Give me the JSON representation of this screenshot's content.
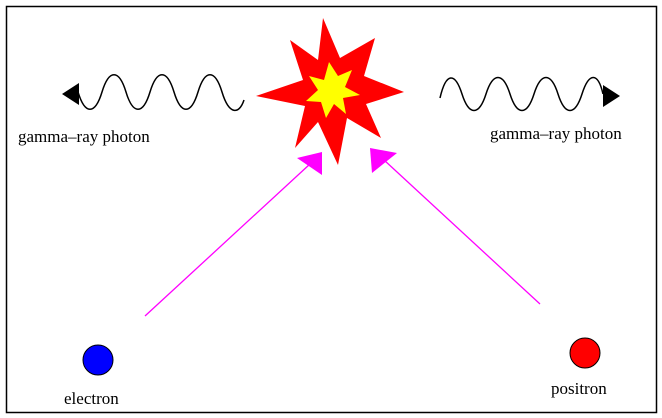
{
  "labels": {
    "photon_left": "gamma–ray photon",
    "photon_right": "gamma–ray photon",
    "electron": "electron",
    "positron": "positron"
  },
  "colors": {
    "frame": "#000000",
    "background": "#ffffff",
    "star_outer": "#ff0000",
    "star_inner": "#ffff00",
    "arrow": "#ff00ff",
    "wave": "#000000",
    "electron": "#0000ff",
    "positron": "#ff0000"
  }
}
